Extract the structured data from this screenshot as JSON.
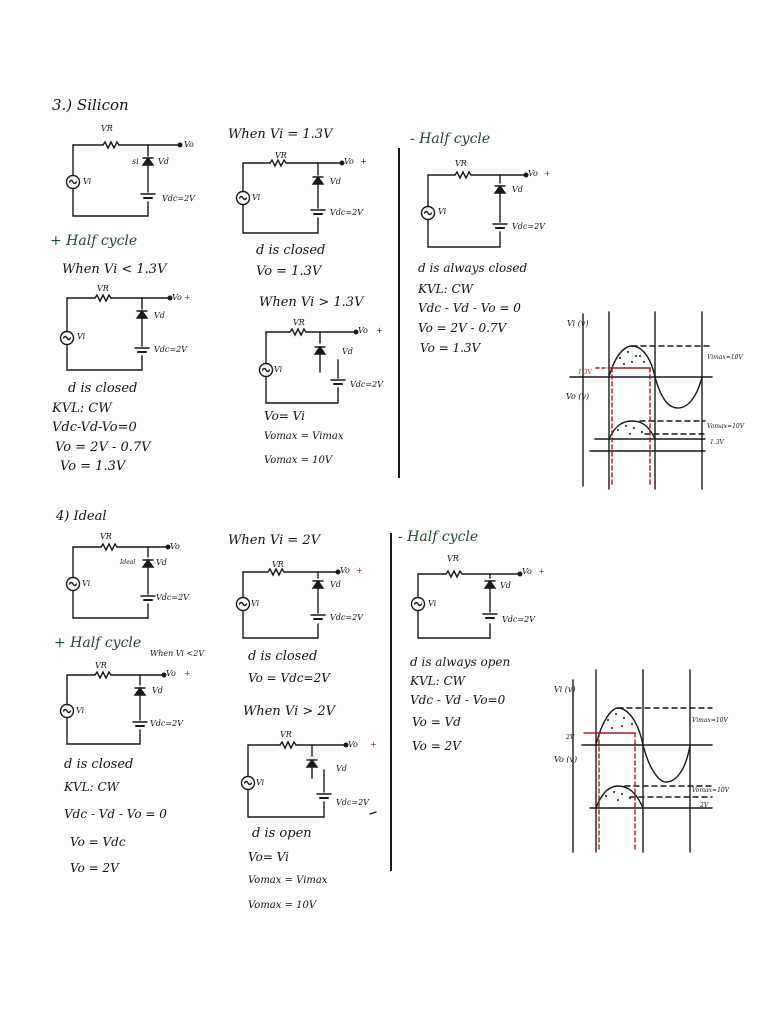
{
  "sections": {
    "s3": {
      "title": "3.) Silicon",
      "main_circuit": {
        "vr": "VR",
        "vo": "Vo",
        "si": "si",
        "vd": "Vd",
        "vi": "Vi",
        "vdc": "Vdc=2V"
      },
      "pos_half": {
        "heading": "+ Half cycle",
        "cond": "When Vi < 1.3V",
        "circuit": {
          "vr": "VR",
          "vo": "Vo",
          "plus": "+",
          "vd": "Vd",
          "vi": "Vi",
          "vdc": "Vdc=2V"
        },
        "lines": [
          "d is closed",
          "KVL: CW",
          "Vdc-Vd-Vo=0",
          "Vo = 2V - 0.7V",
          "Vo = 1.3V"
        ]
      },
      "mid": {
        "cond1": "When Vi = 1.3V",
        "circuit1": {
          "vr": "VR",
          "vo": "Vo",
          "plus": "+",
          "vd": "Vd",
          "vi": "Vi",
          "vdc": "Vdc=2V"
        },
        "lines1": [
          "d is closed",
          "Vo = 1.3V"
        ],
        "cond2": "When Vi > 1.3V",
        "circuit2": {
          "vr": "VR",
          "vo": "Vo",
          "plus": "+",
          "vd": "Vd",
          "vi": "Vi",
          "vdc": "Vdc=2V"
        },
        "lines2": [
          "Vo= Vi",
          "Vomax = Vimax",
          "Vomax = 10V"
        ]
      },
      "neg_half": {
        "heading": "- Half cycle",
        "circuit": {
          "vr": "VR",
          "vo": "Vo",
          "plus": "+",
          "vd": "Vd",
          "vi": "Vi",
          "vdc": "Vdc=2V"
        },
        "lines": [
          "d is always closed",
          "KVL: CW",
          "Vdc - Vd - Vo = 0",
          "Vo = 2V - 0.7V",
          "Vo = 1.3V"
        ]
      },
      "graph": {
        "vi_axis": "Vi (v)",
        "vo_axis": "Vo (v)",
        "level": "1.3V",
        "vimax": "Vimax=10V",
        "vomax": "Vomax=10V",
        "vo_level": "1.3V"
      }
    },
    "s4": {
      "title": "4) Ideal",
      "main_circuit": {
        "vr": "VR",
        "vo": "Vo",
        "ideal": "Ideal",
        "vd": "Vd",
        "vi": "Vi",
        "vdc": "Vdc=2V"
      },
      "pos_half": {
        "heading": "+ Half cycle",
        "cond": "When Vi <2V",
        "circuit": {
          "vr": "VR",
          "vo": "Vo",
          "plus": "+",
          "vd": "Vd",
          "vi": "Vi",
          "vdc": "Vdc=2V"
        },
        "lines": [
          "d is closed",
          "KVL: CW",
          "Vdc - Vd - Vo = 0",
          "Vo = Vdc",
          "Vo = 2V"
        ]
      },
      "mid": {
        "cond1": "When Vi = 2V",
        "circuit1": {
          "vr": "VR",
          "vo": "Vo",
          "plus": "+",
          "vd": "Vd",
          "vi": "Vi",
          "vdc": "Vdc=2V"
        },
        "lines1": [
          "d is closed",
          "Vo = Vdc=2V"
        ],
        "cond2": "When Vi > 2V",
        "circuit2": {
          "vr": "VR",
          "vo": "Vo",
          "plus": "+",
          "vd": "Vd",
          "vi": "Vi",
          "vdc": "Vdc=2V"
        },
        "lines2": [
          "d is open",
          "Vo= Vi",
          "Vomax = Vimax",
          "Vomax = 10V"
        ]
      },
      "neg_half": {
        "heading": "- Half cycle",
        "circuit": {
          "vr": "VR",
          "vo": "Vo",
          "plus": "+",
          "vd": "Vd",
          "vi": "Vi",
          "vdc": "Vdc=2V"
        },
        "lines": [
          "d is always open",
          "KVL: CW",
          "Vdc - Vd - Vo=0",
          "Vo = Vd",
          "Vo = 2V"
        ]
      },
      "graph": {
        "vi_axis": "Vi (v)",
        "vo_axis": "Vo (v)",
        "level": "2V",
        "vimax": "Vimax=10V",
        "vomax": "Vomax=10V",
        "vo_level": "2V"
      }
    }
  },
  "colors": {
    "ink": "#141414",
    "red_ink": "#b01818",
    "green_ink": "#1f4a32"
  }
}
